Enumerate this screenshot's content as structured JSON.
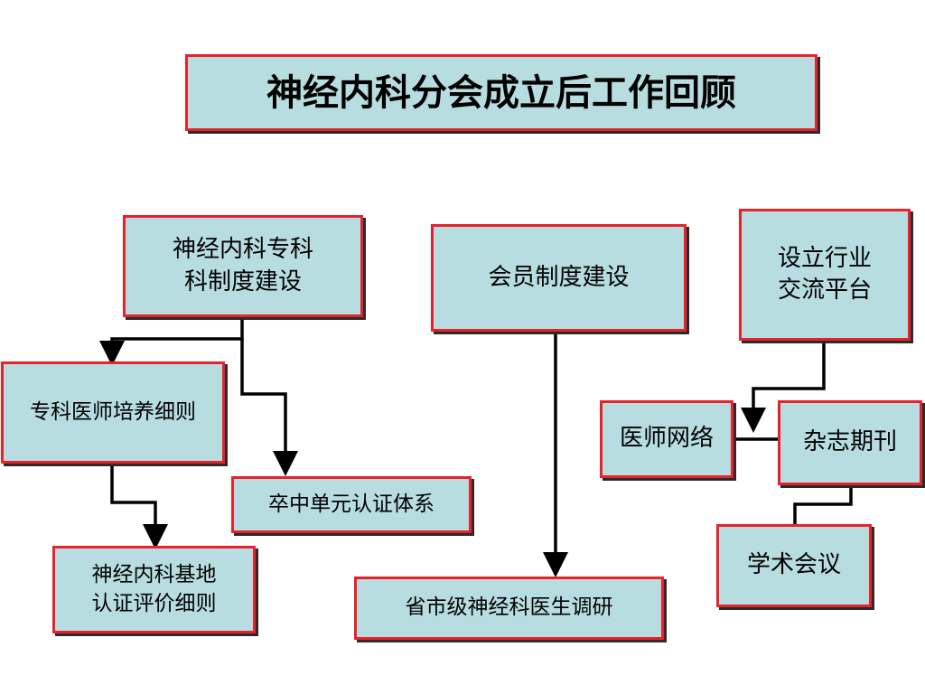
{
  "title": "神经内科分会成立后工作回顾",
  "nodes": {
    "specialty_system": "神经内科专科\n科制度建设",
    "member_system": "会员制度建设",
    "exchange_platform": "设立行业\n交流平台",
    "physician_training": "专科医师培养细则",
    "stroke_certification": "卒中单元认证体系",
    "base_certification": "神经内科基地\n认证评价细则",
    "physician_network": "医师网络",
    "journal": "杂志期刊",
    "academic_meeting": "学术会议",
    "survey": "省市级神经科医生调研"
  },
  "colors": {
    "box_fill": "#b7dde1",
    "box_border": "#e8212b",
    "connector": "#000000"
  }
}
